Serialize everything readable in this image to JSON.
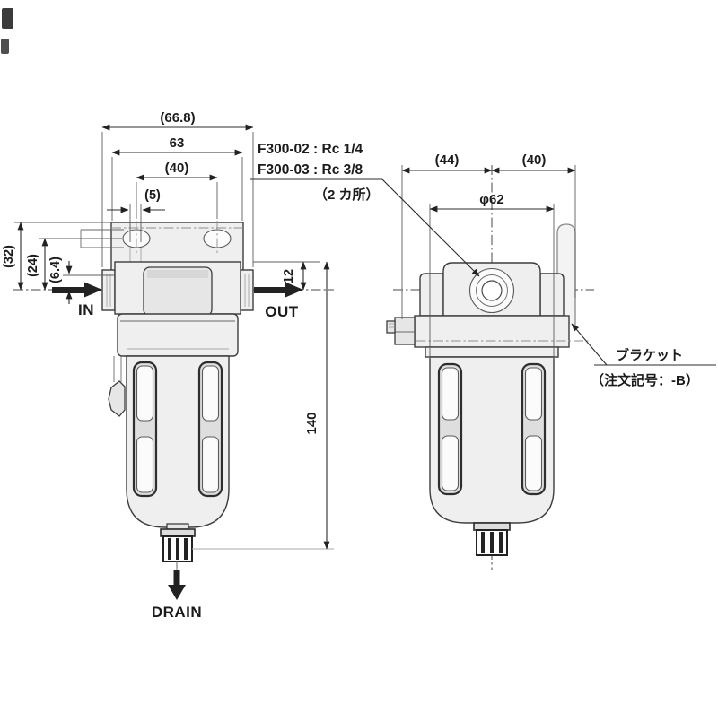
{
  "drawing": {
    "front": {
      "dims": {
        "overall_width": "(66.8)",
        "body_width": "63",
        "slot_pitch": "(40)",
        "offset": "(5)",
        "h_bracket_top": "(32)",
        "h_slot": "(24)",
        "h_flange": "(6.4)",
        "h_port": "12",
        "h_total": "140"
      },
      "labels": {
        "in": "IN",
        "out": "OUT",
        "drain": "DRAIN"
      }
    },
    "side": {
      "dims": {
        "left_half": "(44)",
        "right_half": "(40)",
        "bowl_diameter": "φ62"
      }
    },
    "callouts": {
      "port": {
        "model_1": "F300-02 : Rc 1/4",
        "model_2": "F300-03 : Rc 3/8",
        "note": "（2 カ所）"
      },
      "bracket": {
        "name": "ブラケット",
        "note": "（注文記号：-B）"
      }
    },
    "colors": {
      "line": "#3d3d3d",
      "part_fill": "#efefef",
      "background": "#ffffff"
    }
  }
}
